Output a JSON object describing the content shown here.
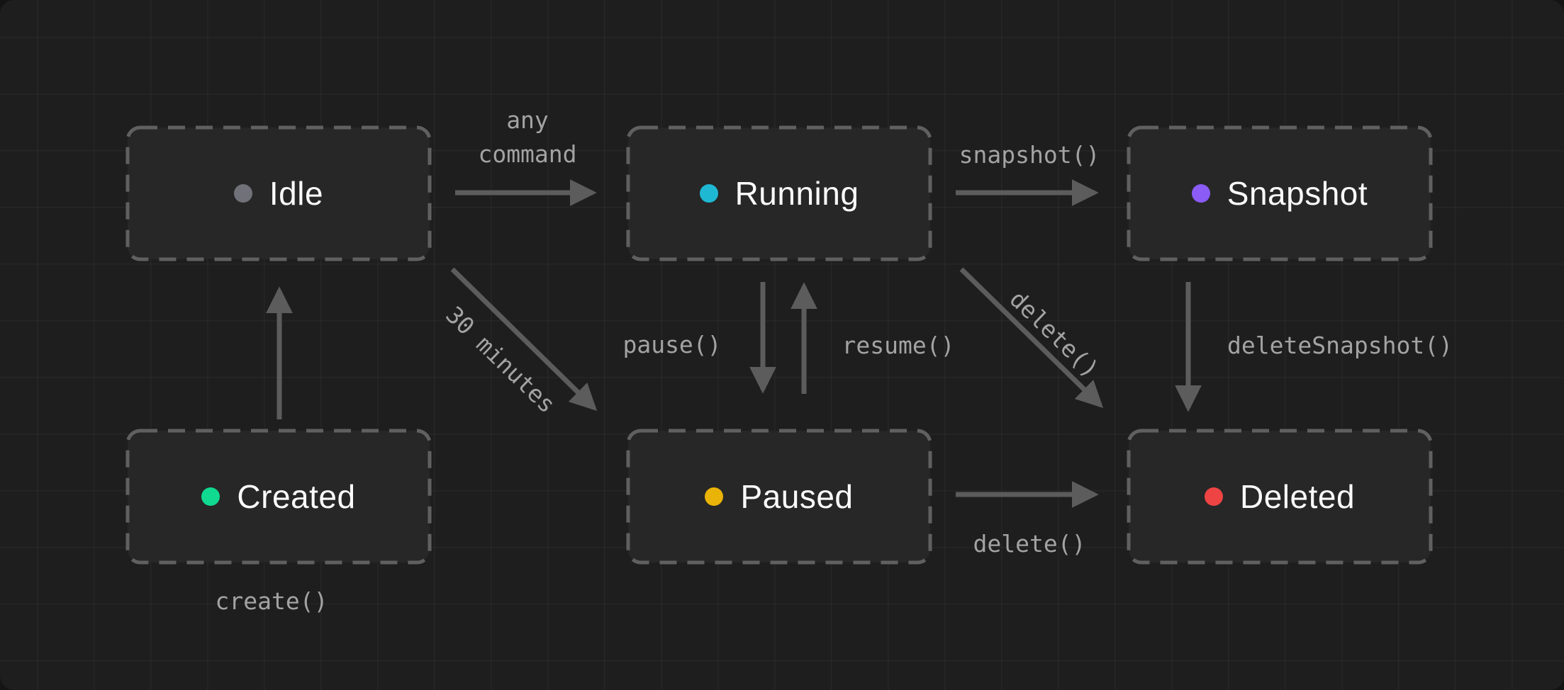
{
  "diagram": {
    "states": [
      {
        "id": "idle",
        "label": "Idle",
        "dot_color": "#71717a"
      },
      {
        "id": "running",
        "label": "Running",
        "dot_color": "#1fb8d3"
      },
      {
        "id": "snapshot",
        "label": "Snapshot",
        "dot_color": "#8b5cf6"
      },
      {
        "id": "created",
        "label": "Created",
        "dot_color": "#10d990"
      },
      {
        "id": "paused",
        "label": "Paused",
        "dot_color": "#eab308"
      },
      {
        "id": "deleted",
        "label": "Deleted",
        "dot_color": "#ef4444"
      }
    ],
    "transitions": [
      {
        "from": "Idle",
        "to": "Running",
        "label": "any command"
      },
      {
        "from": "Running",
        "to": "Snapshot",
        "label": "snapshot()"
      },
      {
        "from": "Created",
        "to": "Idle",
        "label": "create()"
      },
      {
        "from": "Idle",
        "to": "Paused",
        "label": "30 minutes"
      },
      {
        "from": "Running",
        "to": "Paused",
        "label": "pause()"
      },
      {
        "from": "Paused",
        "to": "Running",
        "label": "resume()"
      },
      {
        "from": "Running",
        "to": "Deleted",
        "label": "delete()"
      },
      {
        "from": "Snapshot",
        "to": "Deleted",
        "label": "deleteSnapshot()"
      },
      {
        "from": "Paused",
        "to": "Deleted",
        "label": "delete()"
      }
    ]
  },
  "theme": {
    "background": "#1e1e1f",
    "grid_line": "rgba(255,255,255,0.035)",
    "box_fill": "#272727",
    "box_border": "#606060",
    "arrow": "#5c5c5c",
    "edge_label": "#a3a3a3",
    "state_label": "#fafafa"
  }
}
